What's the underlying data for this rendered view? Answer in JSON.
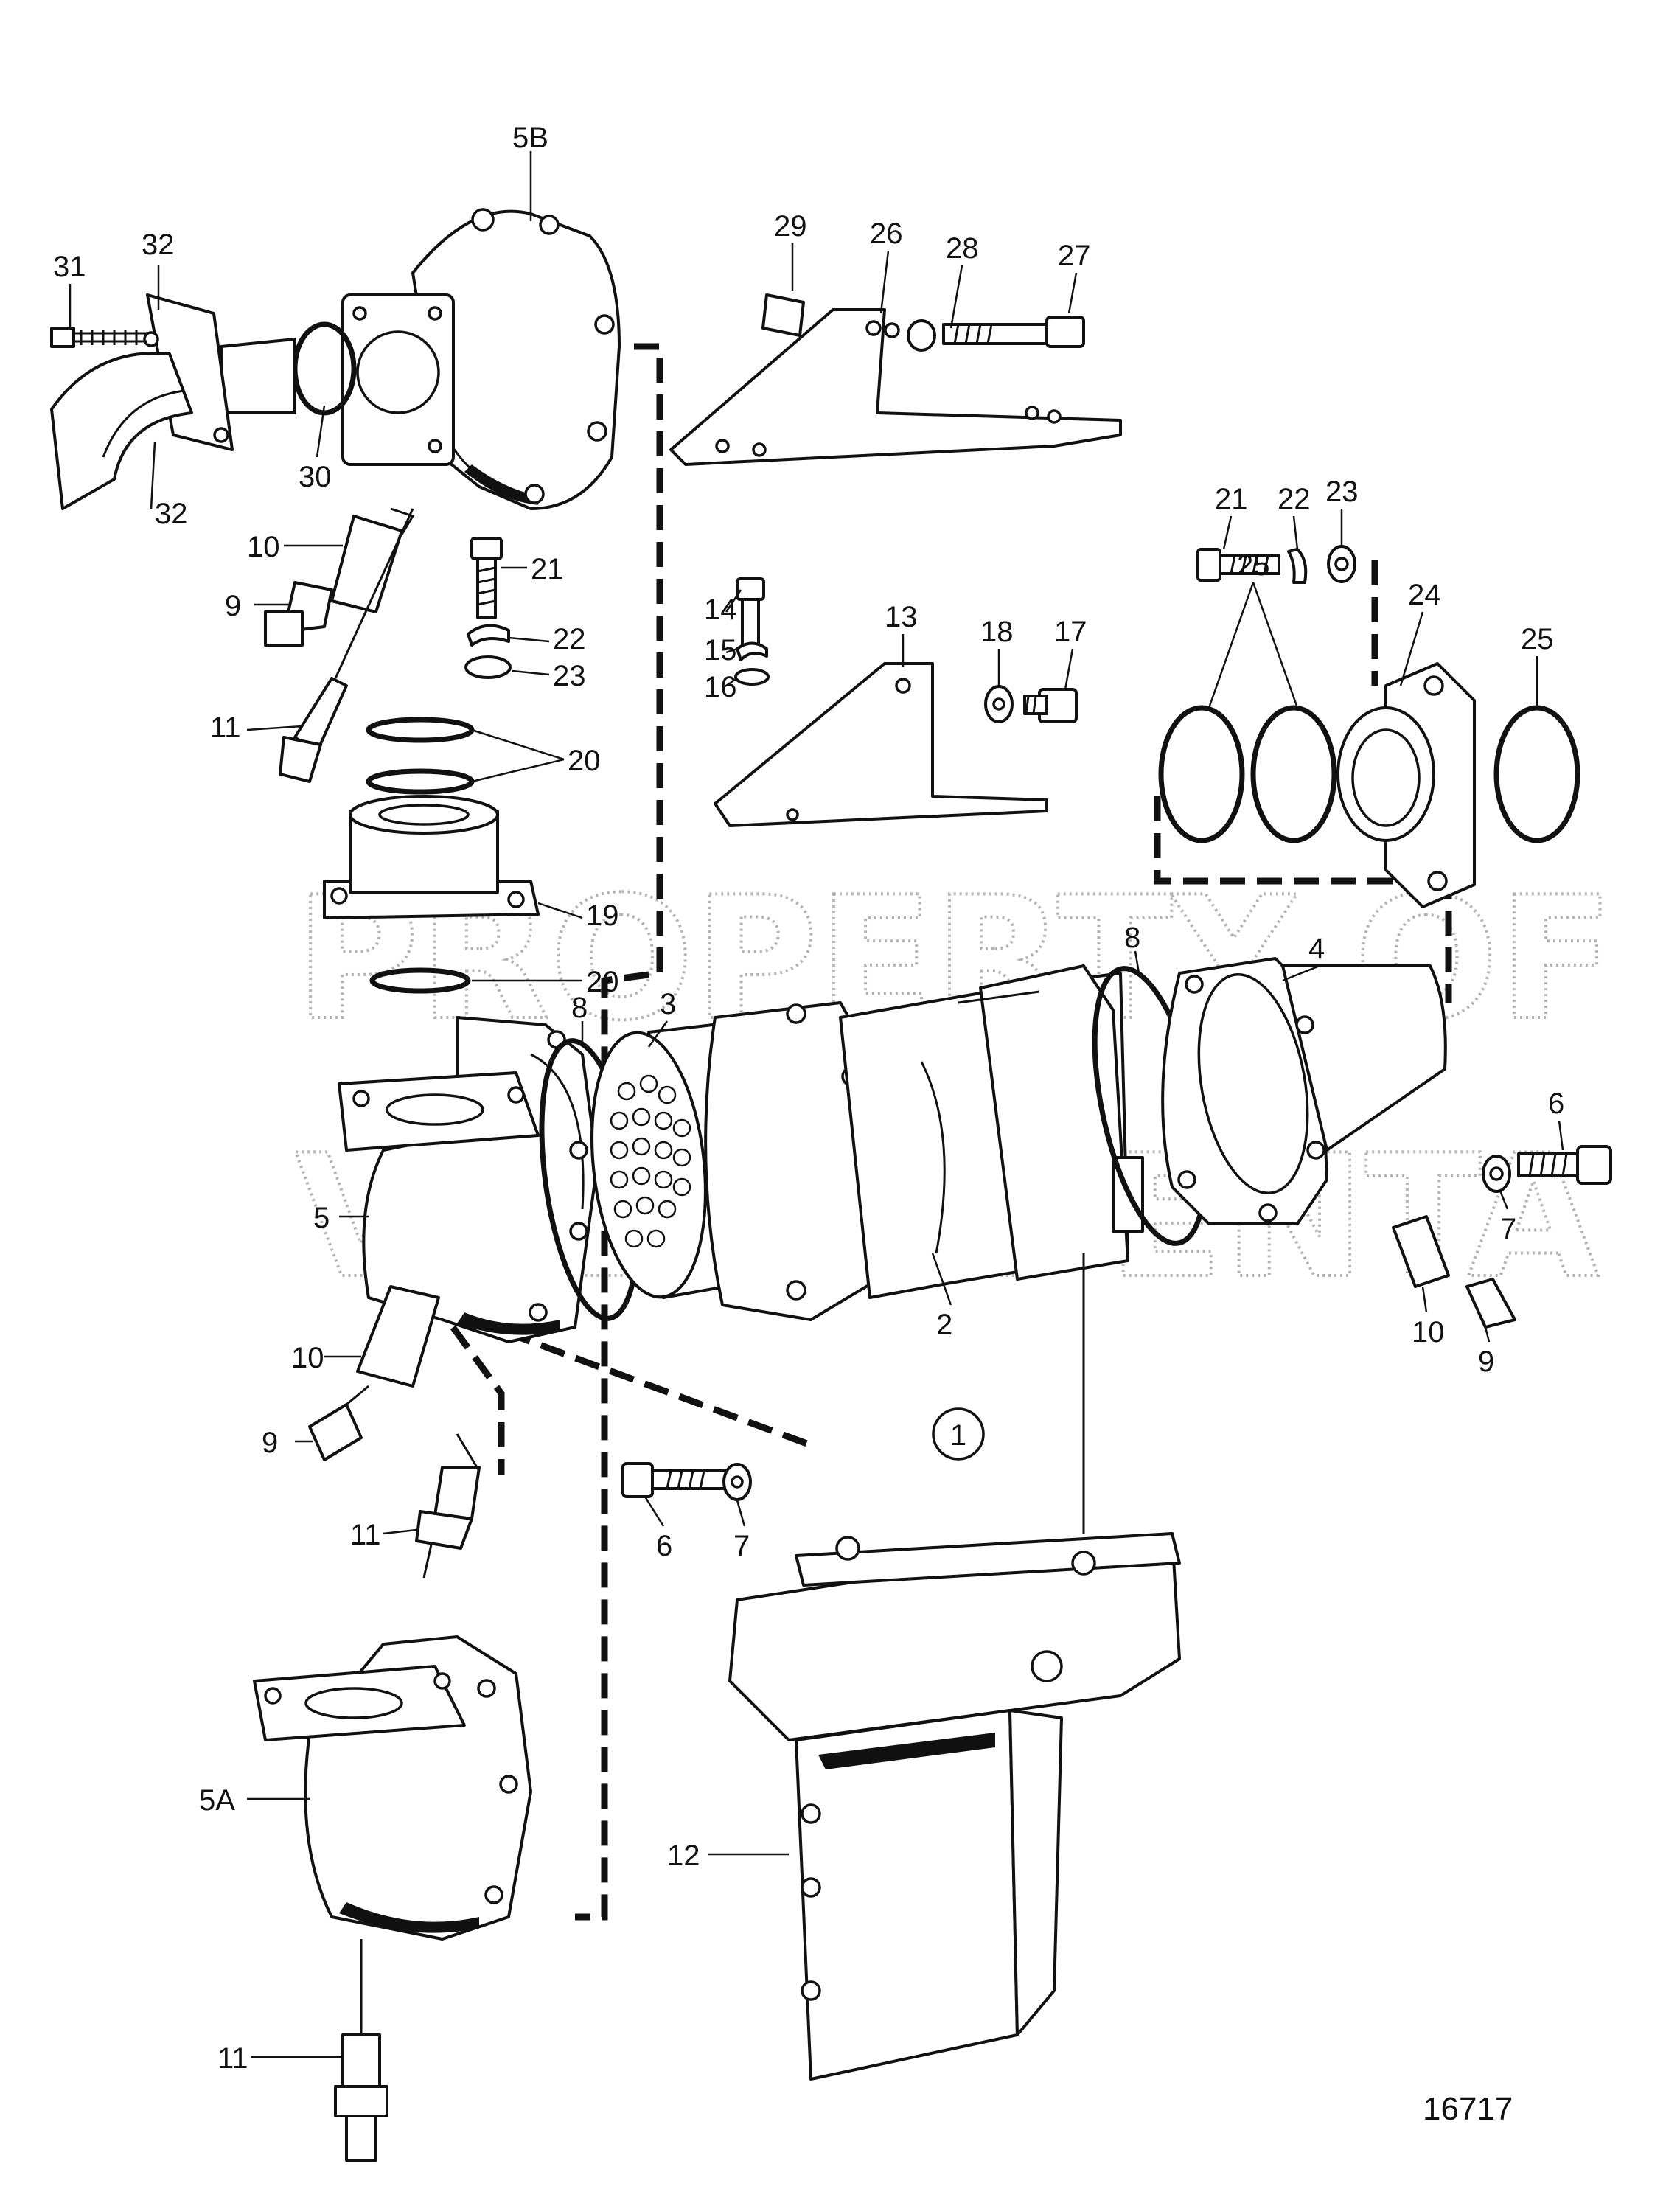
{
  "diagram": {
    "title": "",
    "drawing_number": "16717",
    "view_marker": "1",
    "watermark_lines": [
      "PROPERTY OF",
      "VOLVO PENTA"
    ]
  },
  "labels": {
    "l5b": "5B",
    "l31": "31",
    "l32a": "32",
    "l32b": "32",
    "l30": "30",
    "l10a": "10",
    "l9a": "9",
    "l11a": "11",
    "l21a": "21",
    "l22a": "22",
    "l23a": "23",
    "l20a": "20",
    "l19": "19",
    "l20b": "20",
    "l8a": "8",
    "l3": "3",
    "l5": "5",
    "l10b": "10",
    "l9b": "9",
    "l11b": "11",
    "l29": "29",
    "l26": "26",
    "l28": "28",
    "l27": "27",
    "l14": "14",
    "l15": "15",
    "l16": "16",
    "l13": "13",
    "l18": "18",
    "l17": "17",
    "l21b": "21",
    "l22b": "22",
    "l23b": "23",
    "l24": "24",
    "l25a": "25",
    "l25b": "25",
    "l8b": "8",
    "l4": "4",
    "l6a": "6",
    "l7a": "7",
    "l10c": "10",
    "l9c": "9",
    "l2": "2",
    "l6b": "6",
    "l7b": "7",
    "l5a": "5A",
    "l12": "12",
    "l11c": "11"
  }
}
